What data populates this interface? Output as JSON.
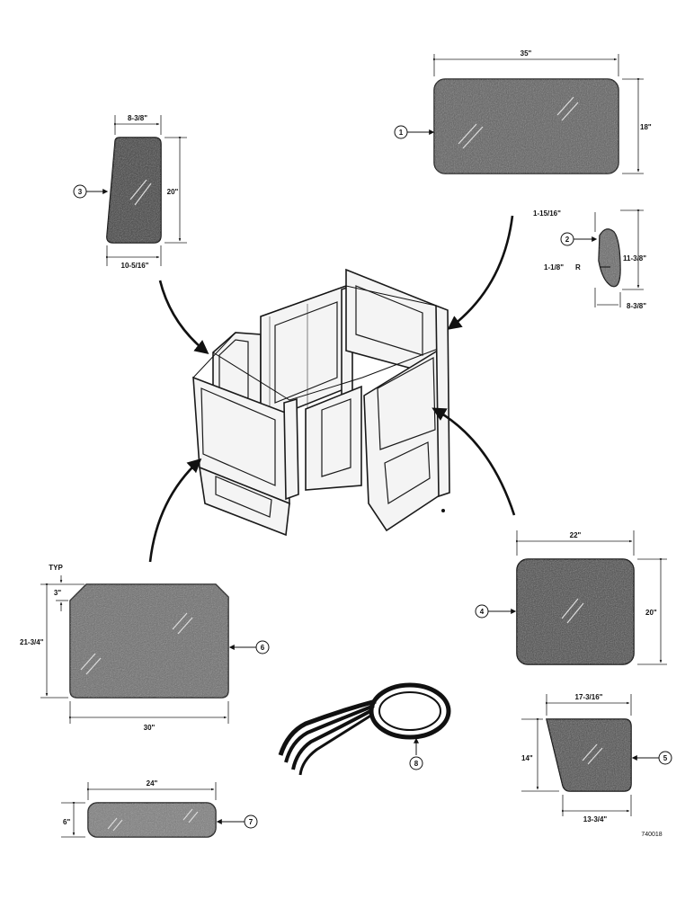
{
  "panels": {
    "p1": {
      "callout": "1",
      "width_label": "35\"",
      "height_label": "18\""
    },
    "p2": {
      "callout": "2",
      "top_label": "1-15/16\"",
      "height_label": "11-3/8\"",
      "radius_label": "1-1/8\"",
      "r_label": "R",
      "bottom_label": "8-3/8\""
    },
    "p3": {
      "callout": "3",
      "top_label": "8-3/8\"",
      "height_label": "20\"",
      "bottom_label": "10-5/16\""
    },
    "p4": {
      "callout": "4",
      "width_label": "22\"",
      "height_label": "20\""
    },
    "p5": {
      "callout": "5",
      "top_label": "17-3/16\"",
      "height_label": "14\"",
      "bottom_label": "13-3/4\""
    },
    "p6": {
      "callout": "6",
      "typ_label": "TYP",
      "corner_label": "3\"",
      "height_label": "21-3/4\"",
      "width_label": "30\""
    },
    "p7": {
      "callout": "7",
      "width_label": "24\"",
      "height_label": "6\""
    },
    "p8": {
      "callout": "8"
    }
  },
  "figure_id": "740018",
  "colors": {
    "glass": "#5a5a5a",
    "ink": "#111111"
  }
}
